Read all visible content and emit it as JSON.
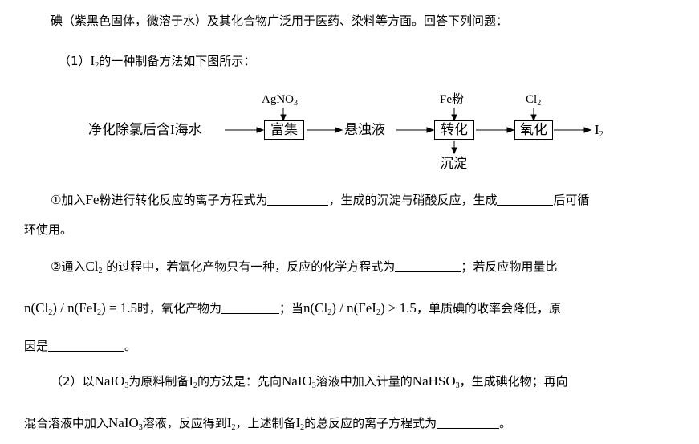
{
  "intro": "碘（紫黑色固体，微溶于水）及其化合物广泛用于医药、染料等方面。回答下列问题：",
  "q1": {
    "num": "（1）",
    "i_sym": "I",
    "i_sub": "2",
    "text": "的一种制备方法如下图所示："
  },
  "flow": {
    "source": "净化除氯后含I海水",
    "reagent1": "AgNO",
    "reagent1_sub": "3",
    "step1": "富集",
    "intermediate": "悬浊液",
    "reagent2": "Fe粉",
    "step2": "转化",
    "precipitate": "沉淀",
    "reagent3": "Cl",
    "reagent3_sub": "2",
    "step3": "氧化",
    "product": "I",
    "product_sub": "2"
  },
  "p1": {
    "a": "①加入",
    "fe": "Fe",
    "b": "粉进行转化反应的离子方程式为",
    "c": "，生成的沉淀与硝酸反应，生成",
    "d": "后可循",
    "e": "环使用。"
  },
  "p2": {
    "a": "②通入",
    "cl": "Cl",
    "cl_sub": "2",
    "b": "的过程中，若氧化产物只有一种，反应的化学方程式为",
    "c": "；若反应物用量比",
    "ratio1": "n(Cl",
    "ratio1_sub": "2",
    "ratio1_mid": ") / n(FeI",
    "ratio1_sub2": "2",
    "ratio1_end": ") = 1.5",
    "d": "时，氧化产物为",
    "e": "；当",
    "ratio2": "n(Cl",
    "ratio2_sub": "2",
    "ratio2_mid": ") / n(FeI",
    "ratio2_sub2": "2",
    "ratio2_end": ") > 1.5",
    "f": "，单质碘的收率会降低，原",
    "g": "因是",
    "h": "。"
  },
  "q2": {
    "num": "（2）以",
    "naio3": "NaIO",
    "naio3_sub": "3",
    "a": "为原料制备",
    "i2": "I",
    "i2_sub": "2",
    "b": "的方法是：先向",
    "c": "溶液中加入计量的",
    "nahso3": "NaHSO",
    "nahso3_sub": "3",
    "d": "，生成碘化物；再向",
    "e": "混合溶液中加入",
    "f": "溶液，反应得到",
    "g": "，上述制备",
    "h": "的总反应的离子方程式为",
    "i": "。"
  }
}
